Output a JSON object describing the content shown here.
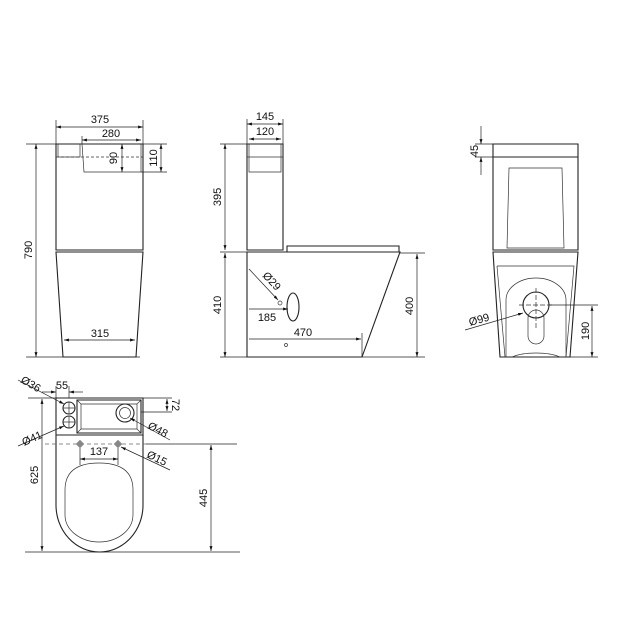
{
  "front_view": {
    "width_top": "375",
    "inner_width": "280",
    "inner_depth": "90",
    "tank_depth": "110",
    "total_height": "790",
    "base_width": "315"
  },
  "side_view": {
    "tank_depth": "145",
    "tank_inner": "120",
    "tank_height": "395",
    "base_height": "410",
    "inlet_diameter": "Ø29",
    "inlet_offset": "185",
    "outlet_distance": "470",
    "seat_height": "400"
  },
  "rear_view": {
    "top_offset": "45",
    "outlet_diameter": "Ø99",
    "outlet_height": "190"
  },
  "top_view": {
    "hole_diameter_1": "Ø36",
    "hole_spacing": "55",
    "hole_diameter_2": "Ø41",
    "button_offset": "72",
    "button_diameter": "Ø48",
    "seat_hole_spacing": "137",
    "seat_hole_diameter": "Ø15",
    "total_length": "625",
    "seat_length": "445"
  }
}
